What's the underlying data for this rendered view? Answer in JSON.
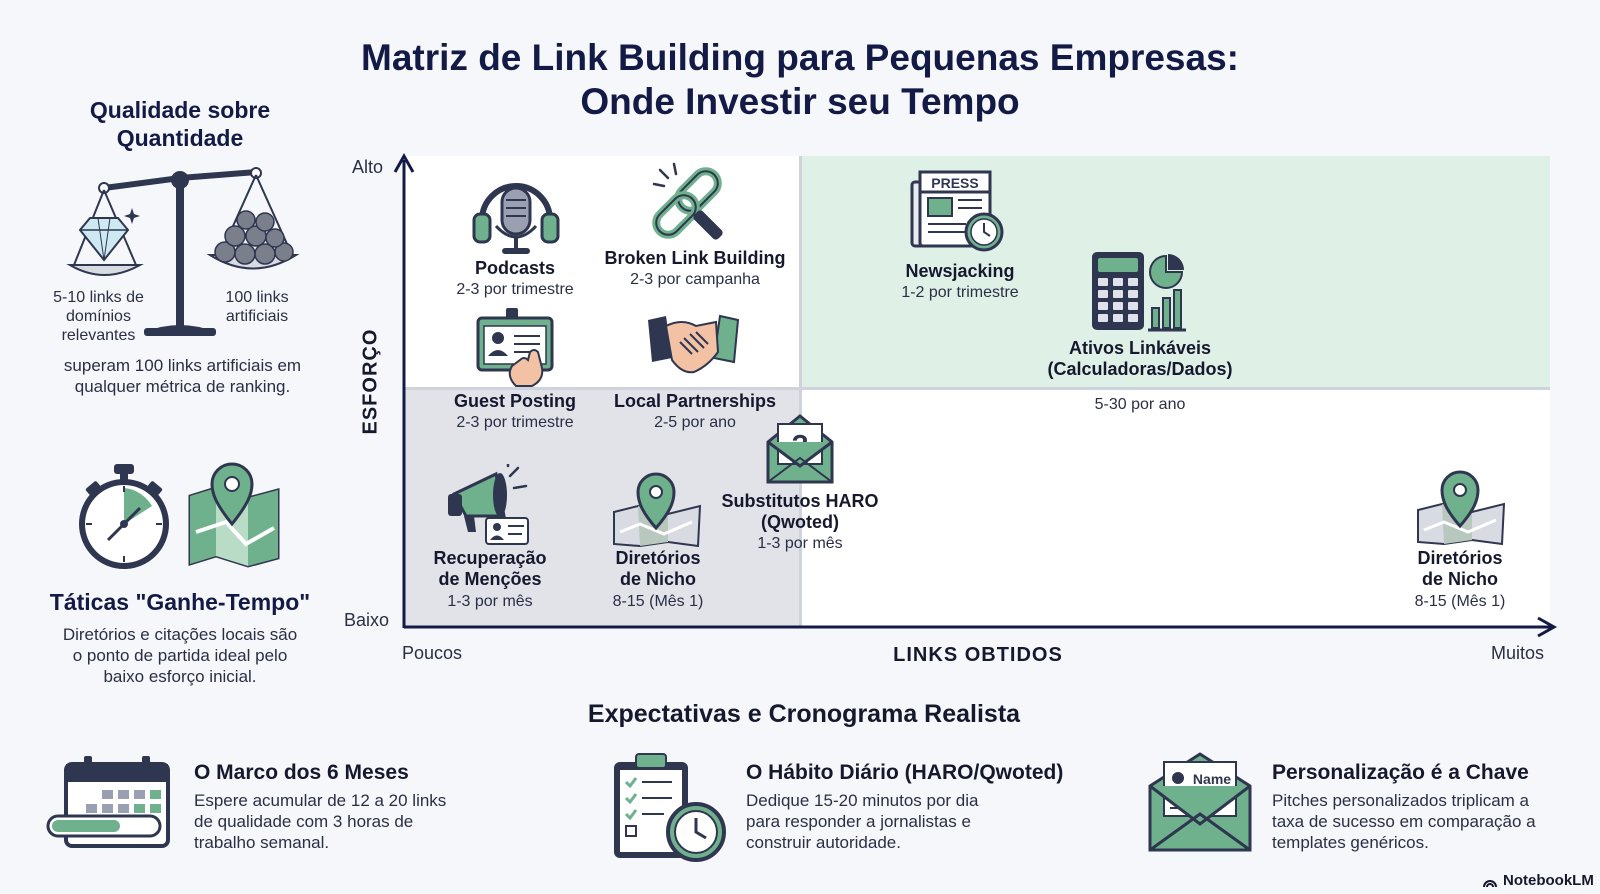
{
  "title": {
    "line1": "Matriz de Link Building para Pequenas Empresas:",
    "line2": "Onde Investir seu Tempo"
  },
  "quality": {
    "heading_line1": "Qualidade sobre",
    "heading_line2": "Quantidade",
    "left_label_line1": "5-10 links de",
    "left_label_line2": "domínios",
    "left_label_line3": "relevantes",
    "right_label_line1": "100 links",
    "right_label_line2": "artificiais",
    "text_line1": "superam 100 links artificiais em",
    "text_line2": "qualquer métrica de ranking."
  },
  "tactics": {
    "heading": "Táticas \"Ganhe-Tempo\"",
    "text_line1": "Diretórios e citações locais são",
    "text_line2": "o ponto de partida ideal pelo",
    "text_line3": "baixo esforço inicial."
  },
  "axes": {
    "y_high": "Alto",
    "y_low": "Baixo",
    "y_title": "ESFORÇO",
    "x_low": "Poucos",
    "x_high": "Muitos",
    "x_title": "LINKS OBTIDOS"
  },
  "items": {
    "podcasts": {
      "name": "Podcasts",
      "freq": "2-3 por trimestre",
      "icon": "podcast-microphone-icon"
    },
    "broken": {
      "name": "Broken Link Building",
      "freq": "2-3 por campanha",
      "icon": "broken-chain-icon"
    },
    "newsjacking": {
      "name": "Newsjacking",
      "freq": "1-2 por trimestre",
      "icon": "press-newspaper-icon",
      "badge": "PRESS"
    },
    "ativos": {
      "name_line1": "Ativos Linkáveis",
      "name_line2": "(Calculadoras/Dados)",
      "freq": "5-30 por ano",
      "icon": "calculator-chart-icon"
    },
    "guest": {
      "name": "Guest Posting",
      "freq": "2-3 por trimestre",
      "icon": "id-card-icon"
    },
    "local": {
      "name": "Local Partnerships",
      "freq": "2-5 por ano",
      "icon": "handshake-icon"
    },
    "haro": {
      "name_line1": "Substitutos HARO",
      "name_line2": "(Qwoted)",
      "freq": "1-3 por mês",
      "icon": "question-envelope-icon"
    },
    "mentions": {
      "name_line1": "Recuperação",
      "name_line2": "de Menções",
      "freq": "1-3 por mês",
      "icon": "megaphone-icon"
    },
    "niche1": {
      "name_line1": "Diretórios",
      "name_line2": "de Nicho",
      "freq": "8-15 (Mês 1)",
      "icon": "map-pin-icon"
    },
    "niche2": {
      "name_line1": "Diretórios",
      "name_line2": "de Nicho",
      "freq": "8-15 (Mês 1)",
      "icon": "map-pin-icon"
    }
  },
  "expectations": {
    "heading": "Expectativas e Cronograma Realista",
    "cards": [
      {
        "title": "O Marco dos 6 Meses",
        "line1": "Espere acumular de 12 a 20 links",
        "line2": "de qualidade com 3 horas de",
        "line3": "trabalho semanal.",
        "icon": "calendar-progress-icon"
      },
      {
        "title": "O Hábito Diário (HARO/Qwoted)",
        "line1": "Dedique 15-20 minutos por dia",
        "line2": "para responder a jornalistas e",
        "line3": "construir autoridade.",
        "icon": "clipboard-clock-icon"
      },
      {
        "title": "Personalização é a Chave",
        "line1": "Pitches personalizados triplicam a",
        "line2": "taxa de sucesso em comparação a",
        "line3": "templates genéricos.",
        "icon": "name-envelope-icon",
        "badge": "Name"
      }
    ]
  },
  "brand": {
    "logo": "NotebookLM"
  },
  "colors": {
    "navy": "#131a45",
    "green": "#6fb08d",
    "light_green": "#dff0e6",
    "gray": "#e2e3e9"
  }
}
